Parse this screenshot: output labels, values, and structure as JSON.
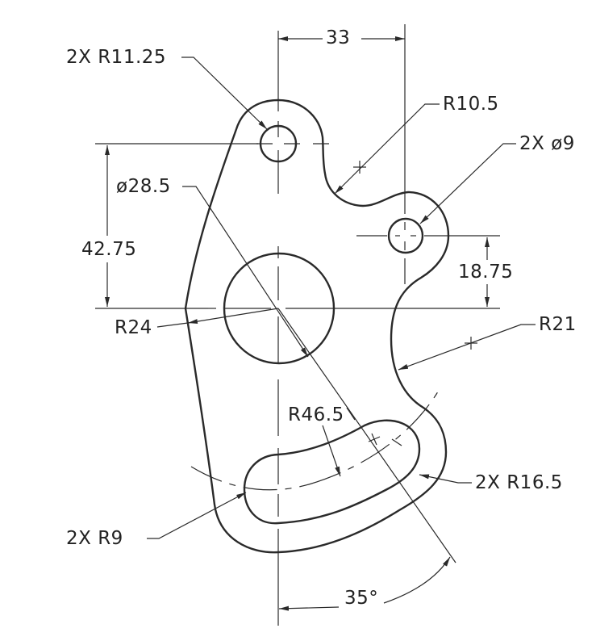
{
  "drawing": {
    "line_color": "#2a2a2a",
    "background": "#ffffff"
  },
  "dimensions": {
    "top_spacing": "33",
    "top_boss_radius": "2X R11.25",
    "notch_radius": "R10.5",
    "small_holes": "2X ø9",
    "center_hole": "ø28.5",
    "left_height": "42.75",
    "right_height": "18.75",
    "left_arc_radius": "R24",
    "right_arc_radius": "R21",
    "slot_radius": "R46.5",
    "slot_end_radius": "2X R16.5",
    "slot_inner_radius": "2X R9",
    "slot_angle": "35°"
  }
}
